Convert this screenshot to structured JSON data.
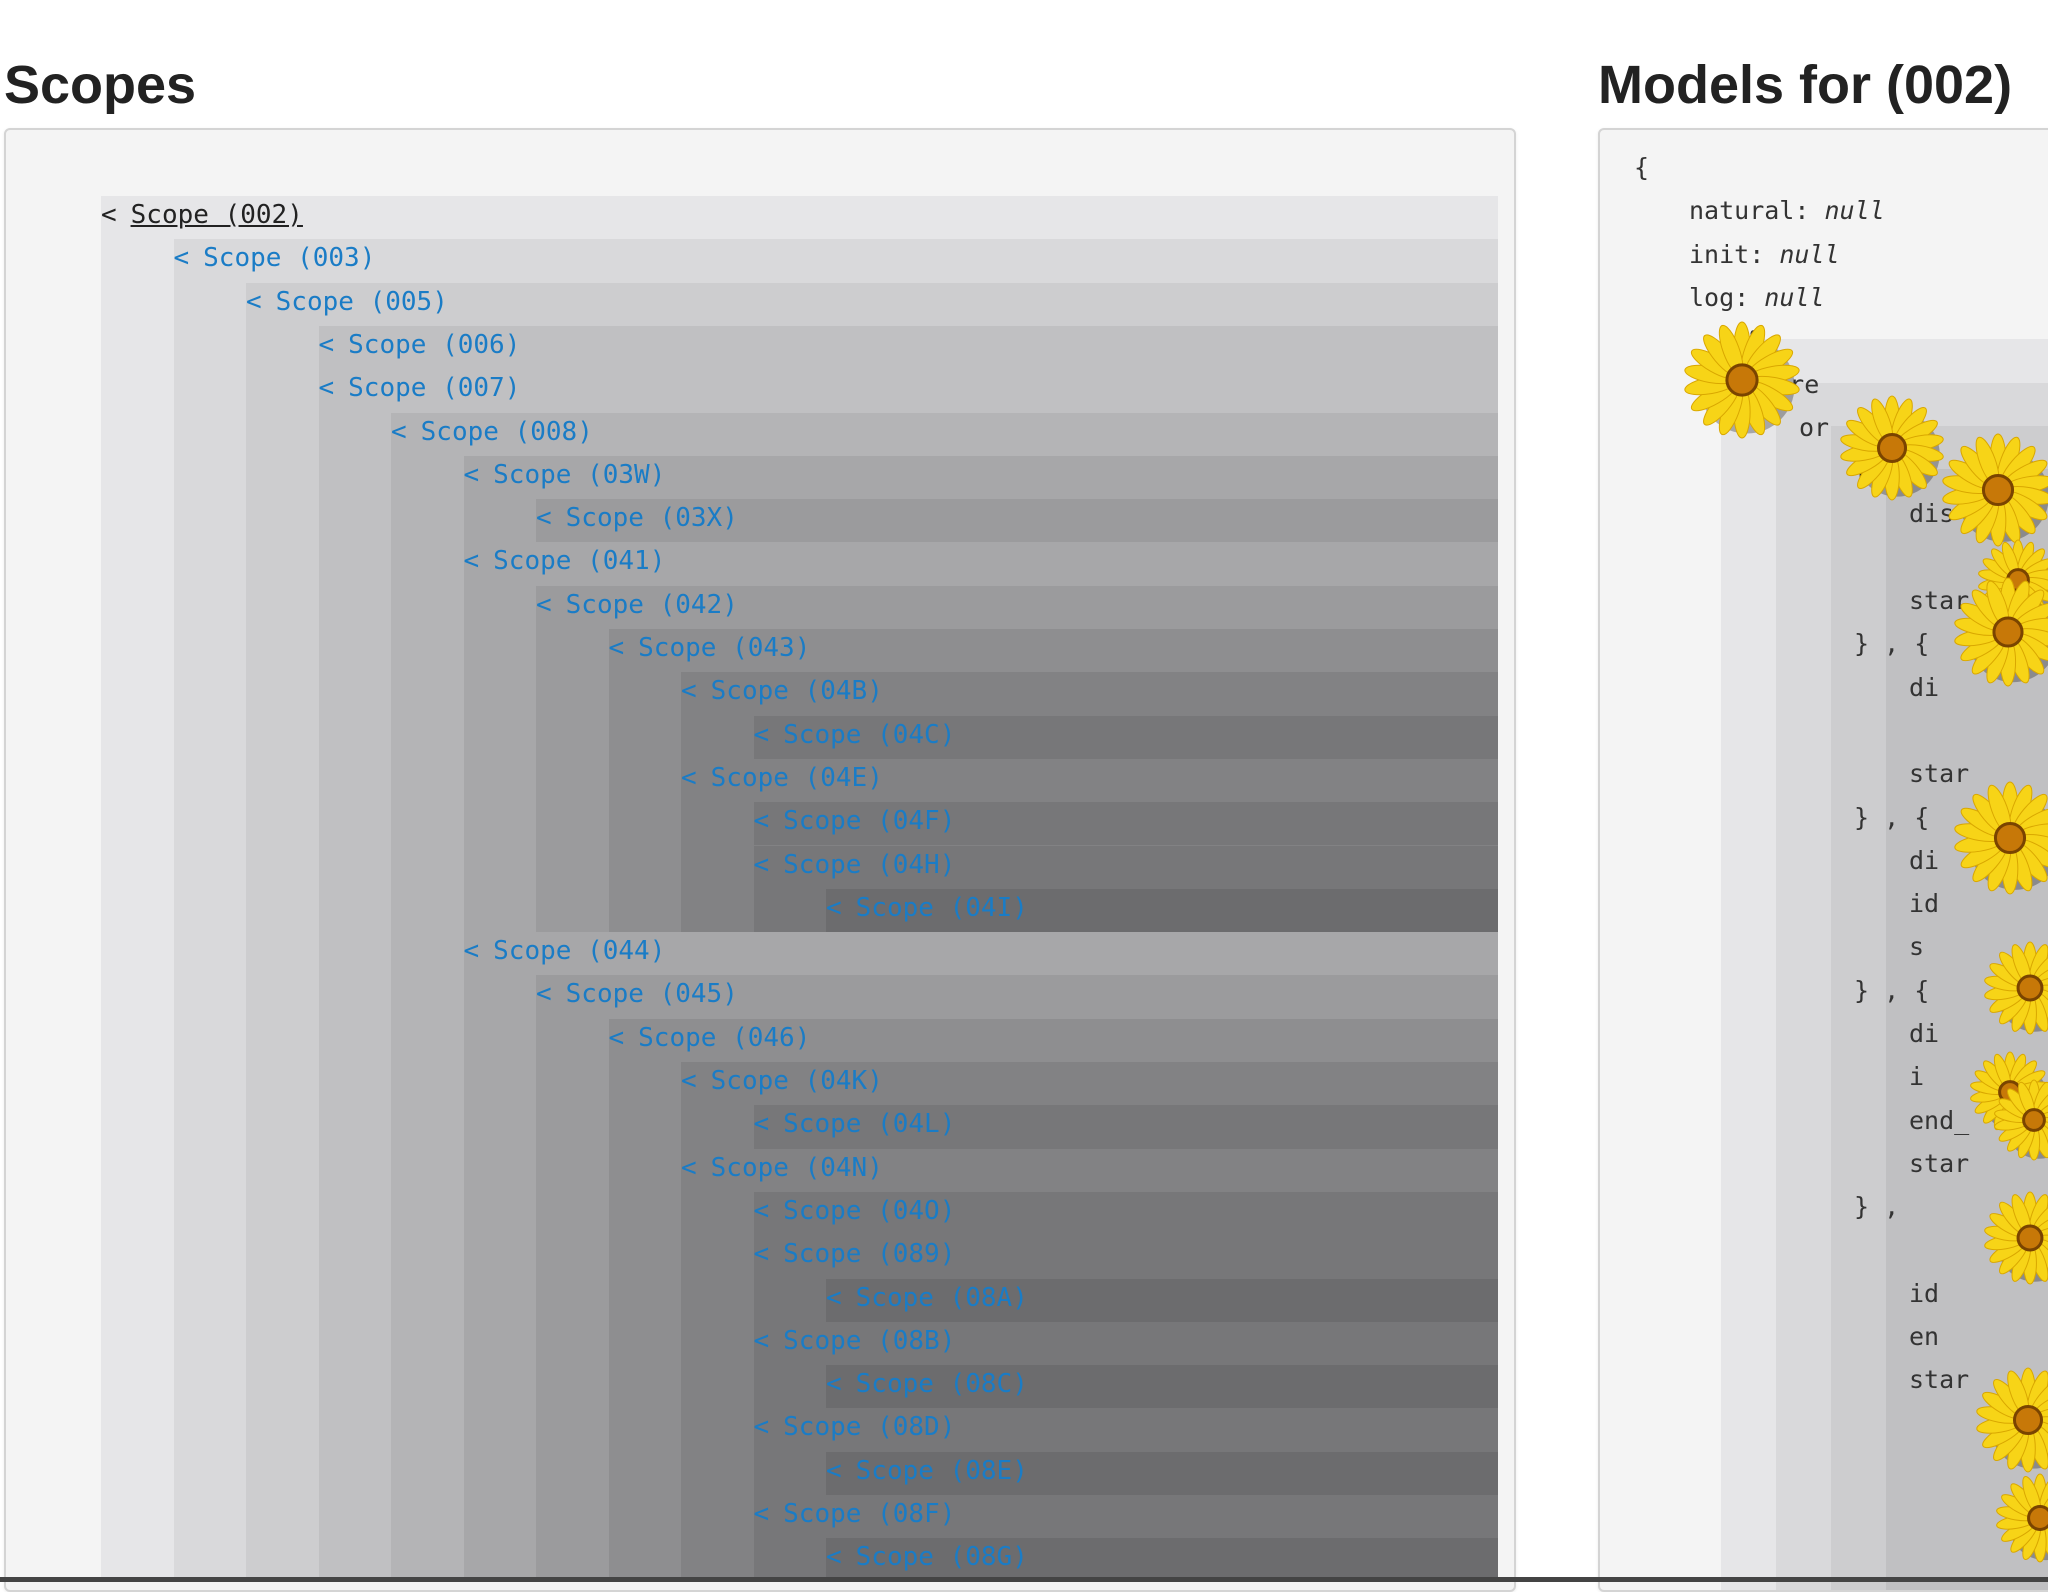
{
  "scopes": {
    "title": "Scopes",
    "caret": "<",
    "tree": [
      {
        "label": "Scope (002)",
        "depth": 0,
        "type": "root"
      },
      {
        "label": "Scope (003)",
        "depth": 1
      },
      {
        "label": "Scope (005)",
        "depth": 2
      },
      {
        "label": "Scope (006)",
        "depth": 3
      },
      {
        "label": "Scope (007)",
        "depth": 3
      },
      {
        "label": "Scope (008)",
        "depth": 4
      },
      {
        "label": "Scope (03W)",
        "depth": 5
      },
      {
        "label": "Scope (03X)",
        "depth": 6
      },
      {
        "label": "Scope (041)",
        "depth": 5
      },
      {
        "label": "Scope (042)",
        "depth": 6
      },
      {
        "label": "Scope (043)",
        "depth": 7
      },
      {
        "label": "Scope (04B)",
        "depth": 8
      },
      {
        "label": "Scope (04C)",
        "depth": 9
      },
      {
        "label": "Scope (04E)",
        "depth": 8
      },
      {
        "label": "Scope (04F)",
        "depth": 9
      },
      {
        "label": "Scope (04H)",
        "depth": 9
      },
      {
        "label": "Scope (04I)",
        "depth": 10
      },
      {
        "label": "Scope (044)",
        "depth": 5
      },
      {
        "label": "Scope (045)",
        "depth": 6
      },
      {
        "label": "Scope (046)",
        "depth": 7
      },
      {
        "label": "Scope (04K)",
        "depth": 8
      },
      {
        "label": "Scope (04L)",
        "depth": 9
      },
      {
        "label": "Scope (04N)",
        "depth": 8
      },
      {
        "label": "Scope (04O)",
        "depth": 9
      },
      {
        "label": "Scope (089)",
        "depth": 9
      },
      {
        "label": "Scope (08A)",
        "depth": 10
      },
      {
        "label": "Scope (08B)",
        "depth": 9
      },
      {
        "label": "Scope (08C)",
        "depth": 10
      },
      {
        "label": "Scope (08D)",
        "depth": 9
      },
      {
        "label": "Scope (08E)",
        "depth": 10
      },
      {
        "label": "Scope (08F)",
        "depth": 9
      },
      {
        "label": "Scope (08G)",
        "depth": 10
      }
    ]
  },
  "models": {
    "title": "Models for (002)",
    "json_lines": [
      {
        "indent": 0,
        "text": "{",
        "value": "",
        "gap": false
      },
      {
        "indent": 1,
        "text": "natural:",
        "value": "null",
        "gap": false
      },
      {
        "indent": 1,
        "text": "init:",
        "value": "null",
        "gap": false
      },
      {
        "indent": 1,
        "text": "log:",
        "value": "null",
        "gap": false
      },
      {
        "indent": 2,
        "text": "{",
        "value": "",
        "gap": true
      },
      {
        "indent": 2,
        "text": "share",
        "value": "",
        "gap": false
      },
      {
        "indent": 3,
        "text": "or",
        "value": "",
        "gap": false
      },
      {
        "indent": 4,
        "text": "[",
        "value": "",
        "gap": false
      },
      {
        "indent": 5,
        "text": "dis",
        "value": "",
        "gap": false
      },
      {
        "indent": 5,
        "text": "",
        "value": "",
        "gap": false
      },
      {
        "indent": 5,
        "text": "star",
        "value": "",
        "gap": false
      },
      {
        "indent": 4,
        "text": "} ,  {",
        "value": "",
        "gap": false
      },
      {
        "indent": 5,
        "text": "di",
        "value": "",
        "gap": false
      },
      {
        "indent": 5,
        "text": "",
        "value": "",
        "gap": false
      },
      {
        "indent": 5,
        "text": "star",
        "value": "",
        "gap": false
      },
      {
        "indent": 4,
        "text": "} ,  {",
        "value": "",
        "gap": false
      },
      {
        "indent": 5,
        "text": "di",
        "value": "",
        "gap": false
      },
      {
        "indent": 5,
        "text": "id",
        "value": "",
        "gap": false
      },
      {
        "indent": 5,
        "text": "s",
        "value": "",
        "gap": false
      },
      {
        "indent": 4,
        "text": "} ,  {",
        "value": "",
        "gap": false
      },
      {
        "indent": 5,
        "text": "di",
        "value": "",
        "gap": false
      },
      {
        "indent": 5,
        "text": "i",
        "value": "",
        "gap": false
      },
      {
        "indent": 5,
        "text": "end_",
        "value": "",
        "gap": false
      },
      {
        "indent": 5,
        "text": "star",
        "value": "",
        "gap": false
      },
      {
        "indent": 4,
        "text": "} ,",
        "value": "",
        "gap": false
      },
      {
        "indent": 5,
        "text": "",
        "value": "",
        "gap": false
      },
      {
        "indent": 5,
        "text": "id",
        "value": "",
        "gap": false
      },
      {
        "indent": 5,
        "text": "en",
        "value": "",
        "gap": false
      },
      {
        "indent": 5,
        "text": "star",
        "value": "",
        "gap": false
      }
    ]
  },
  "colors": {
    "link": "#1a7cc6",
    "root_link": "#222222",
    "panel_bg": "#f4f4f4",
    "nest_shade_start": "#e4e4e6",
    "nest_shade_step": "#0c0c0c",
    "flower_petal": "#f7d417",
    "flower_center": "#c77808"
  },
  "decorations": {
    "flower_icons": "sunflower-icon"
  }
}
